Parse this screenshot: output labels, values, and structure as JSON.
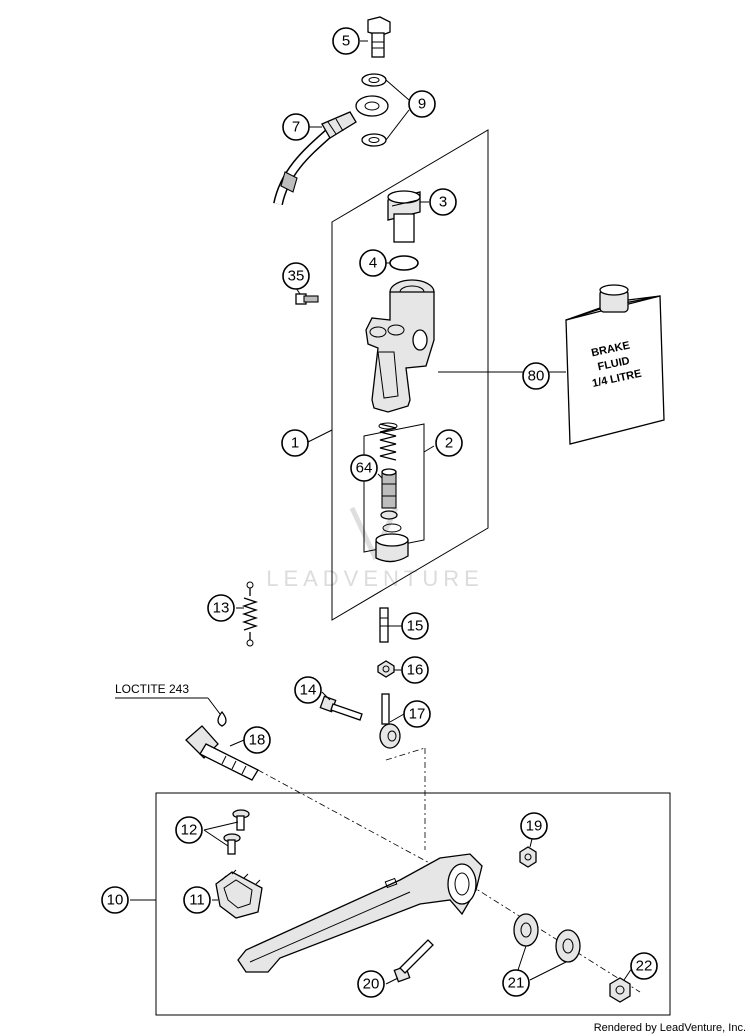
{
  "diagram": {
    "callouts": [
      "1",
      "2",
      "3",
      "4",
      "5",
      "7",
      "9",
      "10",
      "11",
      "12",
      "13",
      "14",
      "15",
      "16",
      "17",
      "18",
      "19",
      "20",
      "21",
      "22",
      "35",
      "64",
      "80"
    ],
    "annotation": "LOCTITE 243",
    "bottle_lines": [
      "BRAKE",
      "FLUID",
      "1/4 LITRE"
    ],
    "watermark": "LEADVENTURE"
  },
  "footer": {
    "credit": "Rendered by LeadVenture, Inc."
  }
}
